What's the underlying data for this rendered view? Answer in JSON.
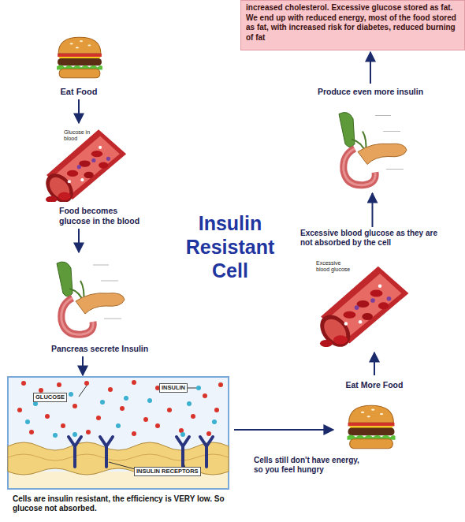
{
  "diagram": {
    "title": "Insulin Resistant Cell",
    "nodes": [
      {
        "text": [
          "Eat Food"
        ]
      },
      {
        "text": [
          "Glucose in blood",
          "Food becomes glucose in the blood"
        ]
      },
      {
        "text": [
          "Pancreas secrete Insulin"
        ]
      },
      {
        "text": [
          "GLUCOSE",
          "INSULIN",
          "INSULIN RECEPTORS",
          "Cells are insulin resistant, the efficiency is VERY low. So glucose not absorbed."
        ]
      },
      {
        "text": [
          "Eat More Food"
        ]
      },
      {
        "text": [
          "Excessive blood glucose as they are not absorbed by the cell",
          "Excessive blood glucose"
        ]
      },
      {
        "text": [
          "Produce even more insulin"
        ]
      },
      {
        "text": [
          "increased cholesterol. Excessive glucose stored as fat. We end up with reduced energy, most of the food stored as fat, with increased risk for diabetes, reduced burning of fat"
        ]
      }
    ],
    "edges": [
      {
        "from": 0,
        "to": 1,
        "arrow": "to"
      },
      {
        "from": 1,
        "to": 2,
        "arrow": "to"
      },
      {
        "from": 2,
        "to": 3,
        "arrow": "to"
      },
      {
        "from": 3,
        "to": 4,
        "arrow": "to",
        "label": "Cells still don't have energy, so you feel hungry"
      },
      {
        "from": 4,
        "to": 5,
        "arrow": "to"
      },
      {
        "from": 5,
        "to": 6,
        "arrow": "to"
      },
      {
        "from": 6,
        "to": 7,
        "arrow": "to"
      }
    ]
  }
}
